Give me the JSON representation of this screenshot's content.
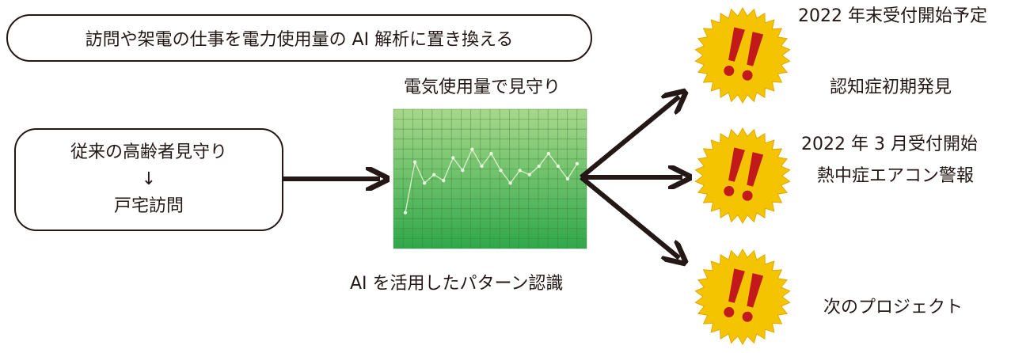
{
  "headline": "訪問や架電の仕事を電力使用量の AI 解析に置き換える",
  "left_box": {
    "line1": "従来の高齢者見守り",
    "arrow": "↓",
    "line2": "戸宅訪問"
  },
  "chart_panel": {
    "title": "電気使用量で見守り",
    "caption": "AI を活用したパターン認識",
    "colors": {
      "top": "#a8d88a",
      "bottom": "#2fa84a",
      "grid": "#3e7a3a",
      "line": "#d8f0c8"
    }
  },
  "chart_data": {
    "type": "line",
    "values": [
      2,
      8,
      5.5,
      6.5,
      5.8,
      8.5,
      7,
      9.5,
      7.5,
      9,
      7,
      5.5,
      7,
      6.5,
      7.5,
      9,
      7.5,
      6,
      7.8
    ]
  },
  "outcomes": [
    {
      "title": "2022 年末受付開始予定",
      "subtitle": "認知症初期発見"
    },
    {
      "title": "2022 年 3 月受付開始",
      "subtitle": "熱中症エアコン警報"
    },
    {
      "title": "",
      "subtitle": "次のプロジェクト"
    }
  ],
  "colors": {
    "burst": "#f5c400",
    "burst_dark": "#e0a800",
    "exclaim": "#c2191b",
    "ink": "#231815"
  }
}
